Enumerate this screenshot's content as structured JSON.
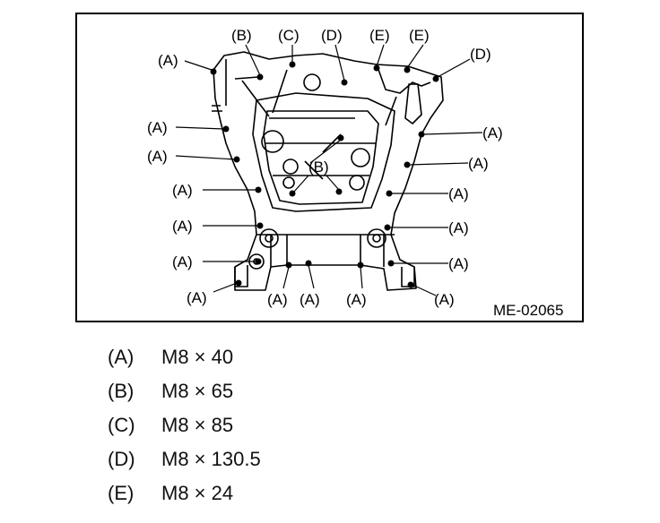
{
  "figure": {
    "code": "ME-02065",
    "callouts": {
      "A": "(A)",
      "B": "(B)",
      "C": "(C)",
      "D": "(D)",
      "E": "(E)"
    }
  },
  "legend": [
    {
      "key": "(A)",
      "value": "M8 × 40"
    },
    {
      "key": "(B)",
      "value": "M8 × 65"
    },
    {
      "key": "(C)",
      "value": "M8 × 85"
    },
    {
      "key": "(D)",
      "value": "M8 × 130.5"
    },
    {
      "key": "(E)",
      "value": "M8 × 24"
    }
  ]
}
